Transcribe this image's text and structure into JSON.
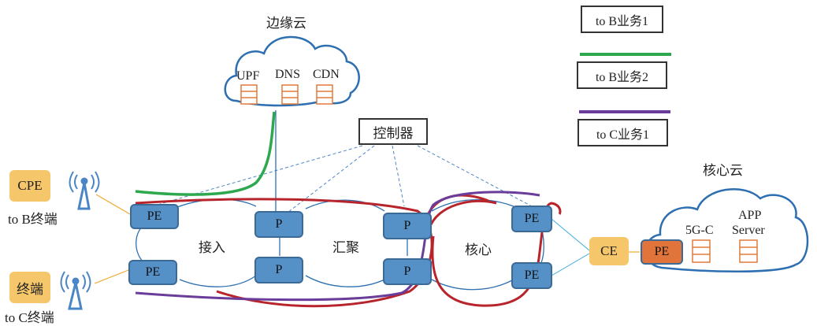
{
  "edge_cloud": {
    "title": "边缘云",
    "items": [
      "UPF",
      "DNS",
      "CDN"
    ]
  },
  "core_cloud": {
    "title": "核心云",
    "items": [
      "5G-C",
      "APP",
      "Server"
    ]
  },
  "controller": {
    "label": "控制器"
  },
  "legend": [
    {
      "label": "to B业务1",
      "color": "#b8242b"
    },
    {
      "label": "to B业务2",
      "color": "#2ea84f"
    },
    {
      "label": "to C业务1",
      "color": "#6a3d9a"
    }
  ],
  "terminals": [
    {
      "box": "CPE",
      "caption": "to B终端"
    },
    {
      "box": "终端",
      "caption": "to C终端"
    }
  ],
  "nodes": {
    "pe": "PE",
    "p": "P",
    "ce": "CE"
  },
  "regions": {
    "access": "接入",
    "aggregation": "汇聚",
    "core": "核心"
  },
  "colors": {
    "node_blue": "#5590c6",
    "core_pe": "#e0743a",
    "yellow": "#f5c76a",
    "cloud_border": "#2d6fb0",
    "server": "#e07b3c"
  }
}
